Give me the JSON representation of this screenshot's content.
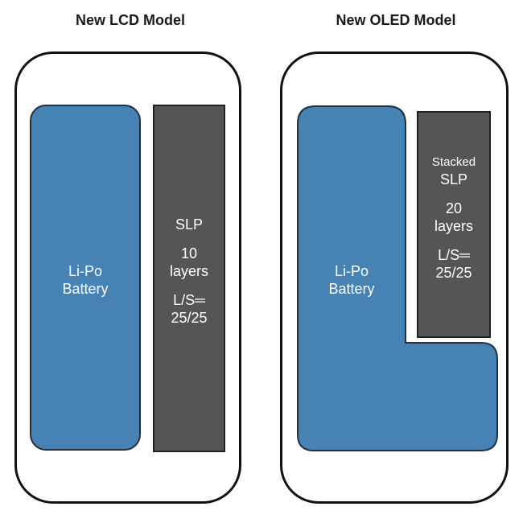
{
  "lcd": {
    "title": "New LCD Model",
    "battery": {
      "line1": "Li-Po",
      "line2": "Battery"
    },
    "board": {
      "line1": "SLP",
      "line2": "10",
      "line3": "layers",
      "line4": "L/S═",
      "line5": "25/25"
    }
  },
  "oled": {
    "title": "New OLED Model",
    "battery": {
      "line1": "Li-Po",
      "line2": "Battery"
    },
    "board": {
      "line1a": "Stacked",
      "line1b": "SLP",
      "line2": "20",
      "line3": "layers",
      "line4": "L/S═",
      "line5": "25/25"
    }
  },
  "colors": {
    "battery": "#4682b4",
    "board": "#555555",
    "outline": "#111111"
  }
}
